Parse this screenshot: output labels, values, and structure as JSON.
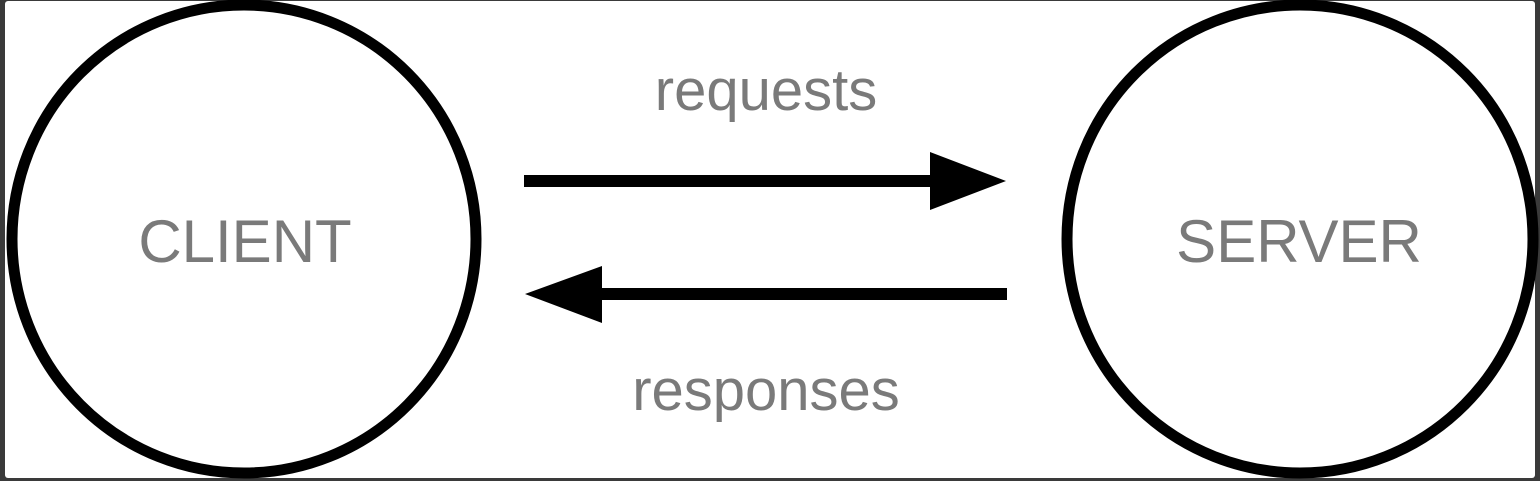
{
  "diagram": {
    "nodes": {
      "client": {
        "label": "CLIENT"
      },
      "server": {
        "label": "SERVER"
      }
    },
    "edges": {
      "requests": {
        "label": "requests",
        "from": "client",
        "to": "server"
      },
      "responses": {
        "label": "responses",
        "from": "server",
        "to": "client"
      }
    },
    "colors": {
      "stroke": "#000000",
      "text": "#7a7a7a",
      "background": "#ffffff"
    }
  }
}
